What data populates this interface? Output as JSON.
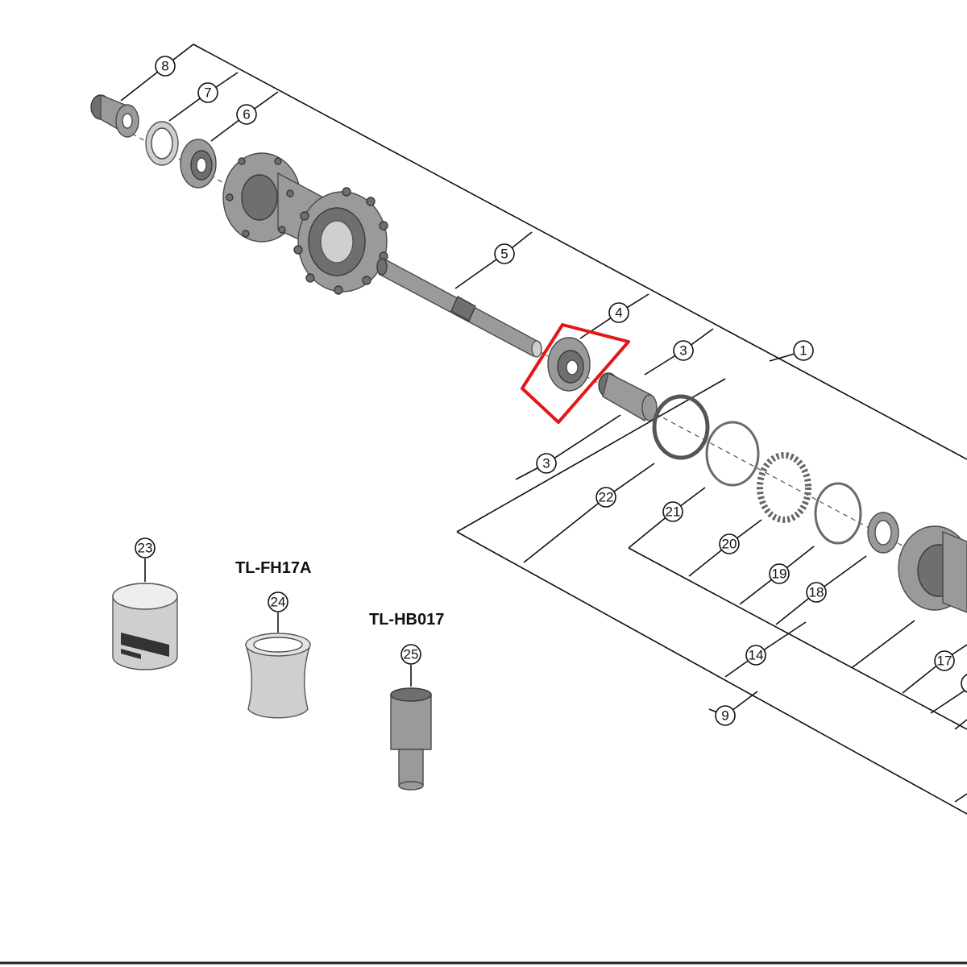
{
  "callouts": [
    {
      "id": "1",
      "label": "1"
    },
    {
      "id": "3a",
      "label": "3"
    },
    {
      "id": "3b",
      "label": "3"
    },
    {
      "id": "4",
      "label": "4"
    },
    {
      "id": "5",
      "label": "5"
    },
    {
      "id": "6",
      "label": "6"
    },
    {
      "id": "7",
      "label": "7"
    },
    {
      "id": "8",
      "label": "8"
    },
    {
      "id": "9",
      "label": "9"
    },
    {
      "id": "14",
      "label": "14"
    },
    {
      "id": "17",
      "label": "17"
    },
    {
      "id": "18",
      "label": "18"
    },
    {
      "id": "19",
      "label": "19"
    },
    {
      "id": "20",
      "label": "20"
    },
    {
      "id": "21",
      "label": "21"
    },
    {
      "id": "22",
      "label": "22"
    },
    {
      "id": "23",
      "label": "23"
    },
    {
      "id": "24",
      "label": "24"
    },
    {
      "id": "25",
      "label": "25"
    }
  ],
  "tools": {
    "tl_fh17a": "TL-FH17A",
    "tl_hb017": "TL-HB017"
  },
  "colors": {
    "highlight": "#e01818",
    "part": "#9a9a9a",
    "lines": "#111111"
  }
}
